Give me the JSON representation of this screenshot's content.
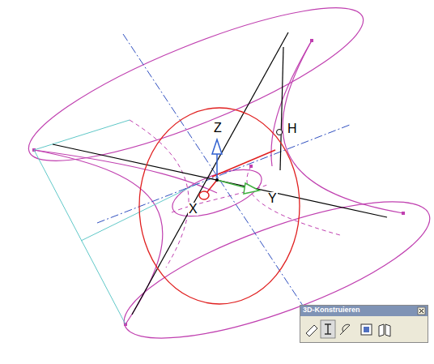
{
  "diagram": {
    "nodes": [
      {
        "text": [
          "3D-Konstruieren"
        ]
      }
    ],
    "labels": [
      "Z",
      "H",
      "Y",
      "X"
    ]
  }
}
